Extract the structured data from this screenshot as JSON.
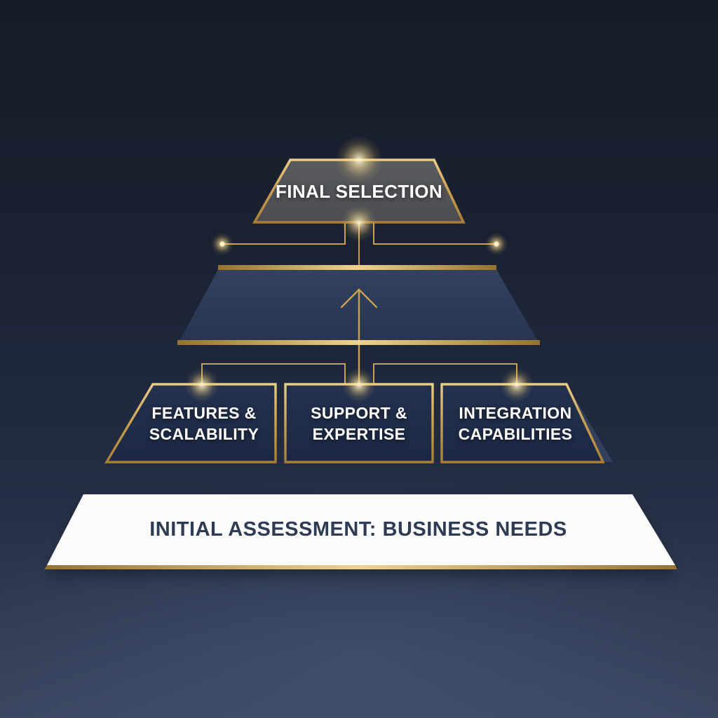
{
  "diagram_type": "pyramid-decision-flow",
  "palette": {
    "background_top": "#171c29",
    "background_bottom": "#3a4660",
    "gold": "#c9a050",
    "gold_bright": "#f1d593",
    "gold_dark": "#96722f",
    "criteria_box_fill": "#1f2c4a",
    "middle_band_fill": "#2c3a57",
    "apex_fill": "#525459",
    "base_fill": "#fbfbfc",
    "base_text": "#2e3b52",
    "label_text": "#ffffff"
  },
  "icons": {
    "middle_band_icon": "arrow-up",
    "connector_endpoints": "glow-dot"
  },
  "pyramid": {
    "apex": {
      "label": "FINAL SELECTION"
    },
    "criteria_boxes": [
      {
        "line1": "FEATURES &",
        "line2": "SCALABILITY"
      },
      {
        "line1": "SUPPORT &",
        "line2": "EXPERTISE"
      },
      {
        "line1": "INTEGRATION",
        "line2": "CAPABILITIES"
      }
    ],
    "base": {
      "label": "INITIAL ASSESSMENT: BUSINESS NEEDS"
    }
  }
}
